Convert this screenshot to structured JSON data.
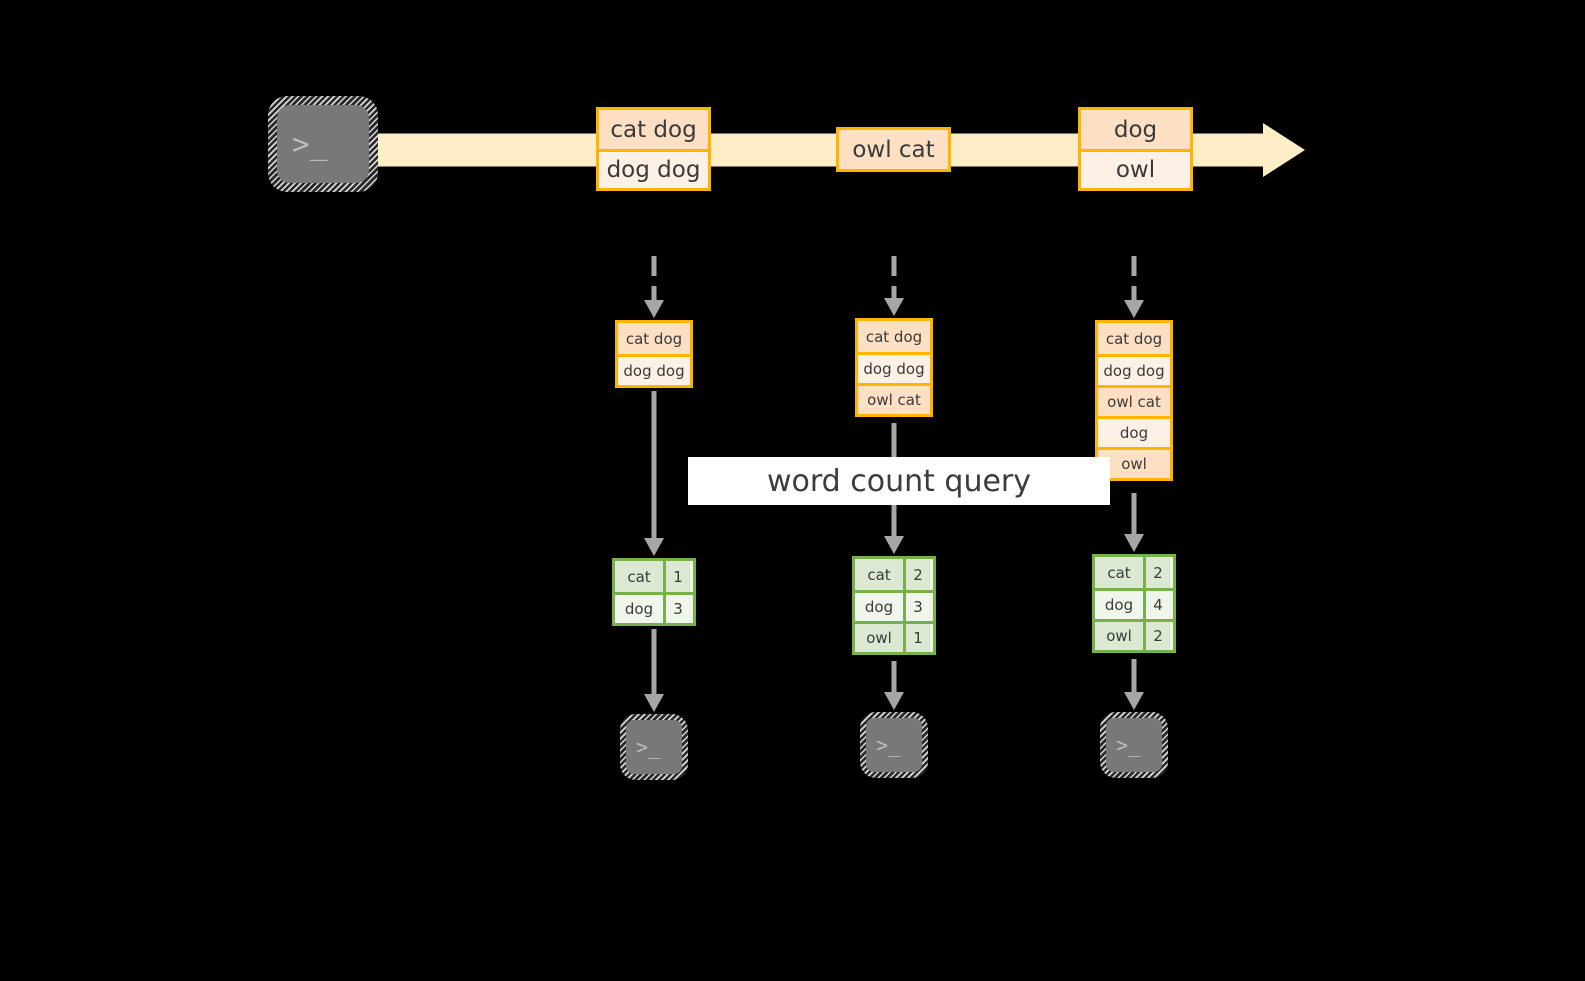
{
  "diagram": {
    "title": "word count streaming query",
    "colors": {
      "stream_fill": "#fdeec8",
      "record_border": "#ffb400",
      "record_fill_dark": "#fde0c4",
      "record_fill_light": "#fdf1e6",
      "result_border": "#77b14b",
      "result_fill_dark": "#dde8d3",
      "result_fill_light": "#f1f6ed",
      "connector": "#a6a6a6",
      "terminal_body": "#787878",
      "terminal_glyph": "#c9c9c9",
      "banner_bg": "#ffffff",
      "background": "#000000"
    }
  },
  "source": {
    "icon": "terminal-icon",
    "glyph": ">_"
  },
  "stream": {
    "label": "unbounded-record-stream",
    "groups": [
      {
        "name": "stream-group-1",
        "records": [
          {
            "text": "cat dog",
            "shade": "dark"
          },
          {
            "text": "dog dog",
            "shade": "light"
          }
        ]
      },
      {
        "name": "stream-group-2",
        "records": [
          {
            "text": "owl cat",
            "shade": "dark"
          }
        ]
      },
      {
        "name": "stream-group-3",
        "records": [
          {
            "text": "dog",
            "shade": "dark"
          },
          {
            "text": "owl",
            "shade": "light"
          }
        ]
      }
    ]
  },
  "query": {
    "label": "word count query"
  },
  "snapshots": [
    {
      "name": "snapshot-1",
      "input_rows": [
        {
          "text": "cat dog",
          "shade": "dark"
        },
        {
          "text": "dog dog",
          "shade": "light"
        }
      ],
      "output_rows": [
        {
          "word": "cat",
          "count": "1",
          "shade": "dark"
        },
        {
          "word": "dog",
          "count": "3",
          "shade": "light"
        }
      ],
      "sink": {
        "icon": "terminal-icon",
        "glyph": ">_"
      }
    },
    {
      "name": "snapshot-2",
      "input_rows": [
        {
          "text": "cat dog",
          "shade": "dark"
        },
        {
          "text": "dog dog",
          "shade": "light"
        },
        {
          "text": "owl cat",
          "shade": "dark"
        }
      ],
      "output_rows": [
        {
          "word": "cat",
          "count": "2",
          "shade": "dark"
        },
        {
          "word": "dog",
          "count": "3",
          "shade": "light"
        },
        {
          "word": "owl",
          "count": "1",
          "shade": "dark"
        }
      ],
      "sink": {
        "icon": "terminal-icon",
        "glyph": ">_"
      }
    },
    {
      "name": "snapshot-3",
      "input_rows": [
        {
          "text": "cat dog",
          "shade": "dark"
        },
        {
          "text": "dog dog",
          "shade": "light"
        },
        {
          "text": "owl cat",
          "shade": "dark"
        },
        {
          "text": "dog",
          "shade": "light"
        },
        {
          "text": "owl",
          "shade": "dark"
        }
      ],
      "output_rows": [
        {
          "word": "cat",
          "count": "2",
          "shade": "dark"
        },
        {
          "word": "dog",
          "count": "4",
          "shade": "light"
        },
        {
          "word": "owl",
          "count": "2",
          "shade": "dark"
        }
      ],
      "sink": {
        "icon": "terminal-icon",
        "glyph": ">_"
      }
    }
  ]
}
